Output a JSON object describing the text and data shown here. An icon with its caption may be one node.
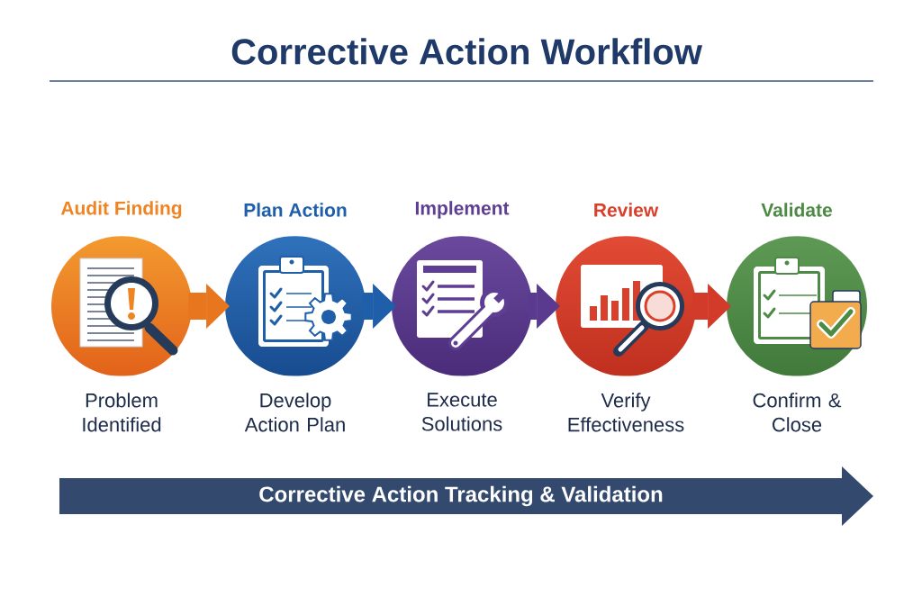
{
  "diagram": {
    "title": "Corrective Action Workflow",
    "nodes": [
      {
        "text": [
          "Audit Finding"
        ],
        "beside": [
          "Problem Identified"
        ]
      },
      {
        "text": [
          "Plan Action"
        ],
        "beside": [
          "Develop Action Plan"
        ]
      },
      {
        "text": [
          "Implement"
        ],
        "beside": [
          "Execute Solutions"
        ]
      },
      {
        "text": [
          "Review"
        ],
        "beside": [
          "Verify Effectiveness"
        ]
      },
      {
        "text": [
          "Validate"
        ],
        "beside": [
          "Confirm & Close"
        ]
      },
      {
        "text": [
          "Corrective Action Tracking & Validation"
        ]
      }
    ],
    "edges": [
      {
        "from": 0,
        "to": 1,
        "arrow": "to",
        "color": "#e8761e"
      },
      {
        "from": 1,
        "to": 2,
        "arrow": "to",
        "color": "#1f5faa"
      },
      {
        "from": 2,
        "to": 3,
        "arrow": "to",
        "color": "#5a3a8e"
      },
      {
        "from": 3,
        "to": 4,
        "arrow": "to",
        "color": "#d23a2a"
      }
    ]
  }
}
